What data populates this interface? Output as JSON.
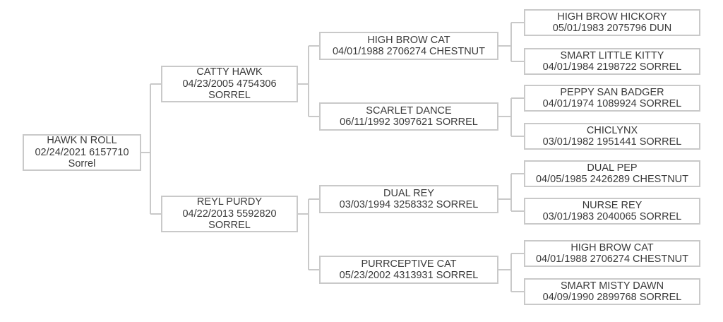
{
  "pedigree": {
    "root": {
      "name": "HAWK N ROLL",
      "detail": "02/24/2021 6157710",
      "color": "Sorrel"
    },
    "gen2": [
      {
        "name": "CATTY HAWK",
        "detail": "04/23/2005 4754306",
        "color": "SORREL"
      },
      {
        "name": "REYL PURDY",
        "detail": "04/22/2013 5592820",
        "color": "SORREL"
      }
    ],
    "gen3": [
      {
        "name": "HIGH BROW CAT",
        "detail": "04/01/1988 2706274 CHESTNUT"
      },
      {
        "name": "SCARLET DANCE",
        "detail": "06/11/1992 3097621 SORREL"
      },
      {
        "name": "DUAL REY",
        "detail": "03/03/1994 3258332 SORREL"
      },
      {
        "name": "PURRCEPTIVE CAT",
        "detail": "05/23/2002 4313931 SORREL"
      }
    ],
    "gen4": [
      {
        "name": "HIGH BROW HICKORY",
        "detail": "05/01/1983 2075796 DUN"
      },
      {
        "name": "SMART LITTLE KITTY",
        "detail": "04/01/1984 2198722 SORREL"
      },
      {
        "name": "PEPPY SAN BADGER",
        "detail": "04/01/1974 1089924 SORREL"
      },
      {
        "name": "CHICLYNX",
        "detail": "03/01/1982 1951441 SORREL"
      },
      {
        "name": "DUAL PEP",
        "detail": "04/05/1985 2426289 CHESTNUT"
      },
      {
        "name": "NURSE REY",
        "detail": "03/01/1983 2040065 SORREL"
      },
      {
        "name": "HIGH BROW CAT",
        "detail": "04/01/1988 2706274 CHESTNUT"
      },
      {
        "name": "SMART MISTY DAWN",
        "detail": "04/09/1990 2899768 SORREL"
      }
    ],
    "style_colors": {
      "background": "#ffffff",
      "box_border": "#c9c9c9",
      "connector_line": "#c9c9c9",
      "text": "#3a3a3a"
    }
  }
}
